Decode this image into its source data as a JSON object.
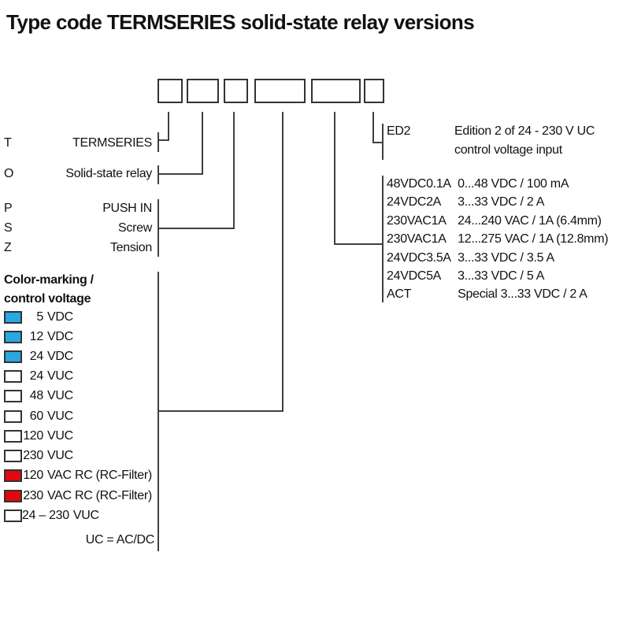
{
  "title": "Type code TERMSERIES solid-state relay versions",
  "colors": {
    "blue": "#29A8E1",
    "red": "#E30613",
    "white": "#FFFFFF",
    "line": "#404040"
  },
  "left_column": {
    "rows": [
      {
        "code": "T",
        "label": "TERMSERIES"
      },
      {
        "code": "O",
        "label": "Solid-state relay"
      },
      {
        "code": "P",
        "label": "PUSH IN"
      },
      {
        "code": "S",
        "label": "Screw"
      },
      {
        "code": "Z",
        "label": "Tension"
      }
    ]
  },
  "color_section": {
    "heading": [
      "Color-marking /",
      "control voltage"
    ],
    "items": [
      {
        "num": "5",
        "label": "VDC",
        "color": "#29A8E1"
      },
      {
        "num": "12",
        "label": "VDC",
        "color": "#29A8E1"
      },
      {
        "num": "24",
        "label": "VDC",
        "color": "#29A8E1"
      },
      {
        "num": "24",
        "label": "VUC",
        "color": "#FFFFFF"
      },
      {
        "num": "48",
        "label": "VUC",
        "color": "#FFFFFF"
      },
      {
        "num": "60",
        "label": "VUC",
        "color": "#FFFFFF"
      },
      {
        "num": "120",
        "label": "VUC",
        "color": "#FFFFFF"
      },
      {
        "num": "230",
        "label": "VUC",
        "color": "#FFFFFF"
      },
      {
        "num": "120",
        "label": "VAC RC (RC-Filter)",
        "color": "#E30613"
      },
      {
        "num": "230",
        "label": "VAC RC (RC-Filter)",
        "color": "#E30613"
      },
      {
        "num": "24 – 230",
        "label": "VUC",
        "color": "#FFFFFF"
      }
    ],
    "footnote": "UC = AC/DC"
  },
  "right_column": {
    "edition": {
      "code": "ED2",
      "description": [
        "Edition 2 of 24 - 230 V UC",
        "control voltage input"
      ]
    },
    "ratings": [
      {
        "code": "48VDC0.1A",
        "description": "0...48 VDC / 100 mA"
      },
      {
        "code": "24VDC2A",
        "description": "3...33 VDC / 2 A"
      },
      {
        "code": "230VAC1A",
        "description": "24...240 VAC / 1A (6.4mm)"
      },
      {
        "code": "230VAC1A",
        "description": "12...275 VAC / 1A (12.8mm)"
      },
      {
        "code": "24VDC3.5A",
        "description": "3...33 VDC / 3.5 A"
      },
      {
        "code": "24VDC5A",
        "description": "3...33 VDC / 5 A"
      },
      {
        "code": "ACT",
        "description": "Special 3...33 VDC / 2 A"
      }
    ]
  }
}
